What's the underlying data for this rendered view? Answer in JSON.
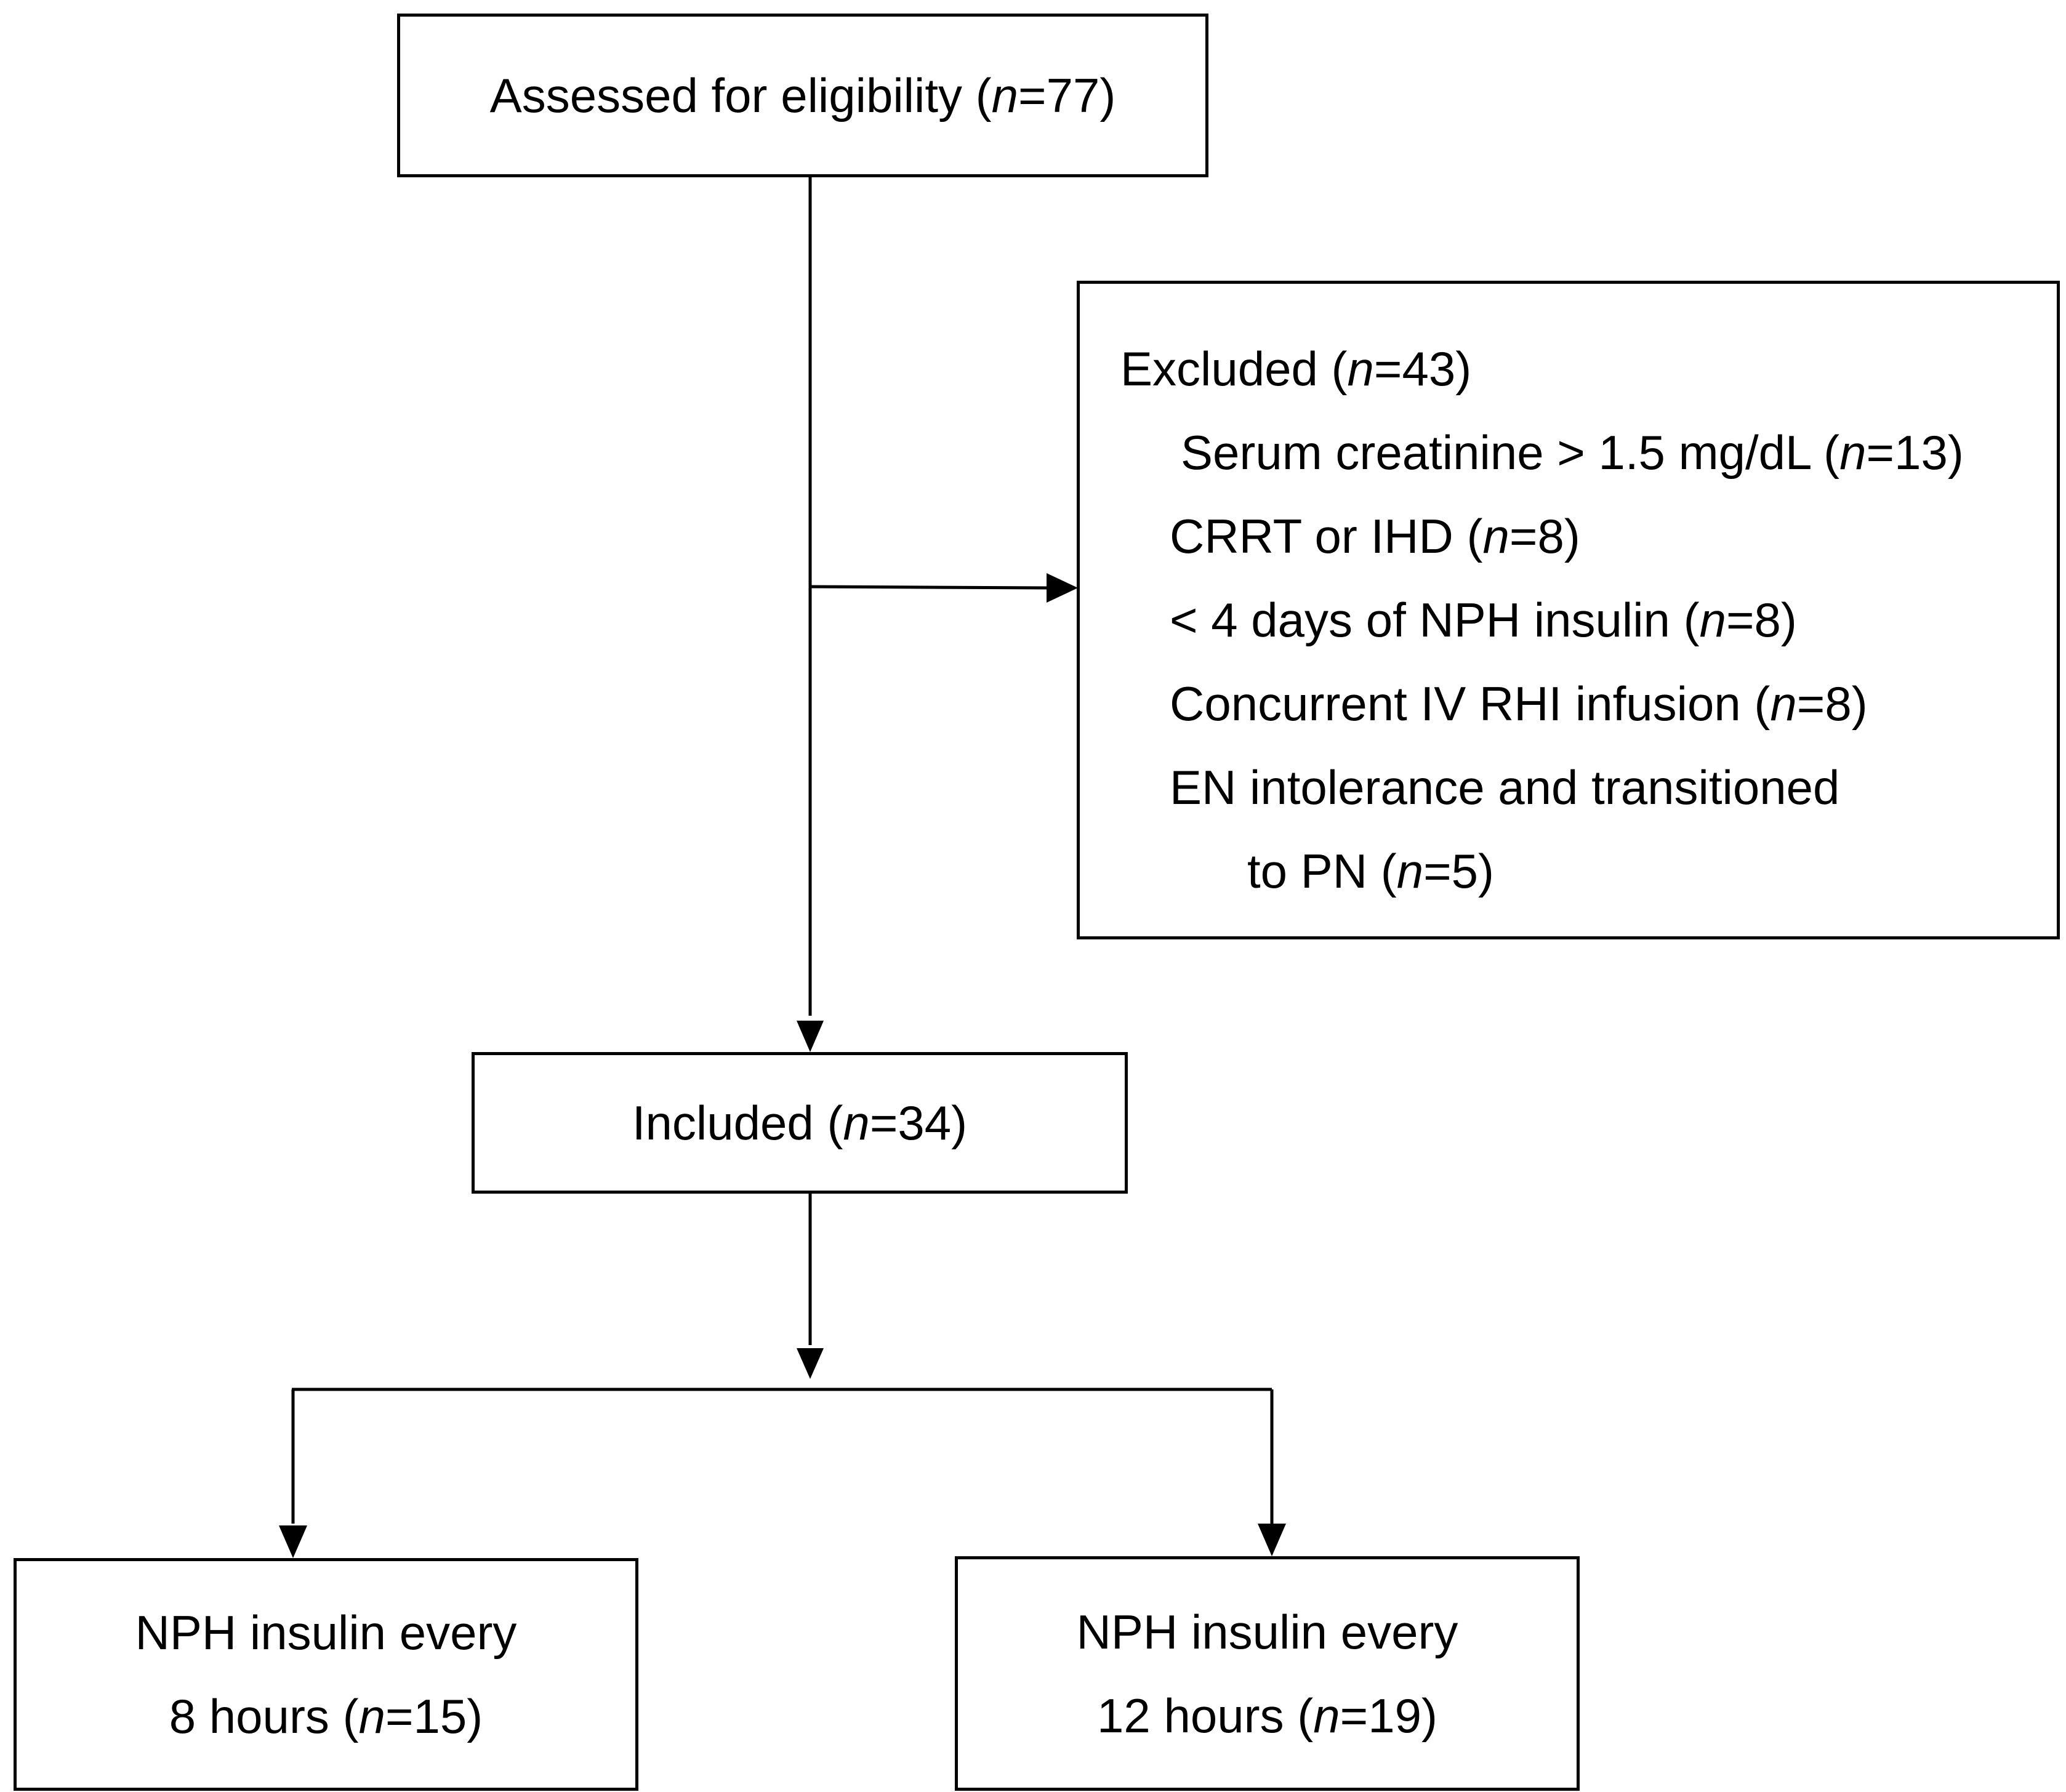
{
  "diagram": {
    "assessed": {
      "label": "Assessed for eligibility (",
      "n_var": "n",
      "n_value": "=77)"
    },
    "excluded": {
      "heading": {
        "label": "Excluded (",
        "n_var": "n",
        "n_value": "=43)"
      },
      "reasons": [
        {
          "label": "Serum creatinine > 1.5 mg/dL (",
          "n_var": "n",
          "n_value": "=13)"
        },
        {
          "label": "CRRT or IHD (",
          "n_var": "n",
          "n_value": "=8)"
        },
        {
          "label": "< 4 days of NPH insulin (",
          "n_var": "n",
          "n_value": "=8)"
        },
        {
          "label": "Concurrent IV RHI infusion (",
          "n_var": "n",
          "n_value": "=8)"
        },
        {
          "label": "EN intolerance and transitioned"
        },
        {
          "label": "to PN (",
          "n_var": "n",
          "n_value": "=5)"
        }
      ]
    },
    "included": {
      "label": "Included (",
      "n_var": "n",
      "n_value": "=34)"
    },
    "group_8h": {
      "line1": "NPH insulin every",
      "line2": {
        "label": "8 hours (",
        "n_var": "n",
        "n_value": "=15)"
      }
    },
    "group_12h": {
      "line1": "NPH insulin every",
      "line2": {
        "label": "12 hours (",
        "n_var": "n",
        "n_value": "=19)"
      }
    }
  },
  "colors": {
    "stroke": "#000000",
    "background": "#ffffff"
  }
}
